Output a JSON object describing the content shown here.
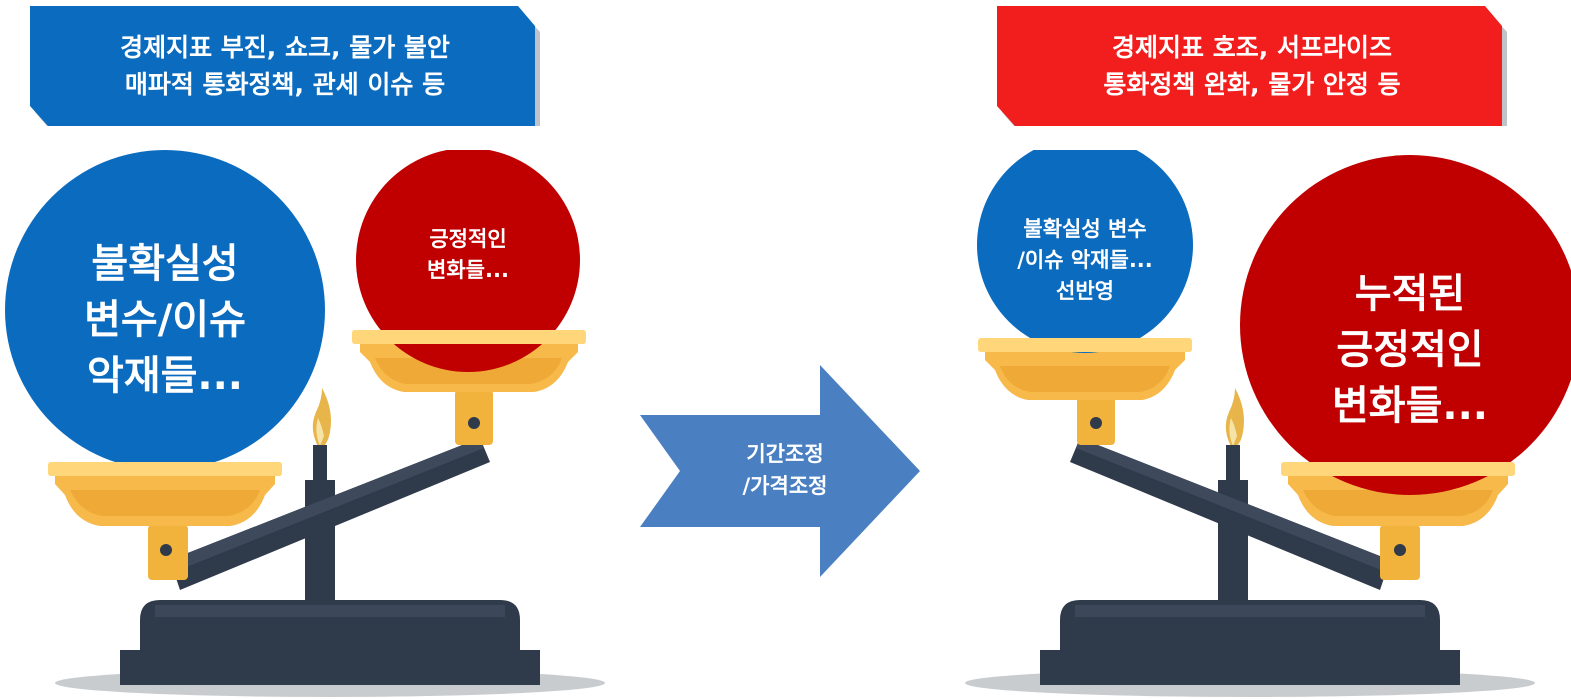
{
  "left_banner": {
    "line1": "경제지표 부진, 쇼크, 물가 불안",
    "line2": "매파적 통화정책, 관세 이슈 등",
    "color": "#0b6bbf"
  },
  "right_banner": {
    "line1": "경제지표 호조, 서프라이즈",
    "line2": "통화정책 완화, 물가 안정 등",
    "color": "#f21d1d"
  },
  "left_scale": {
    "big_ball": {
      "lines": [
        "불확실성",
        "변수/이슈",
        "악재들..."
      ],
      "color": "#0b6bbf"
    },
    "small_ball": {
      "lines": [
        "긍정적인",
        "변화들..."
      ],
      "color": "#c00000"
    }
  },
  "right_scale": {
    "small_ball": {
      "lines": [
        "불확실성 변수",
        "/이슈 악재들...",
        "선반영"
      ],
      "color": "#0b6bbf"
    },
    "big_ball": {
      "lines": [
        "누적된",
        "긍정적인",
        "변화들..."
      ],
      "color": "#c00000"
    }
  },
  "arrow": {
    "lines": [
      "기간조정",
      "/가격조정"
    ],
    "color": "#4a7fc1"
  }
}
